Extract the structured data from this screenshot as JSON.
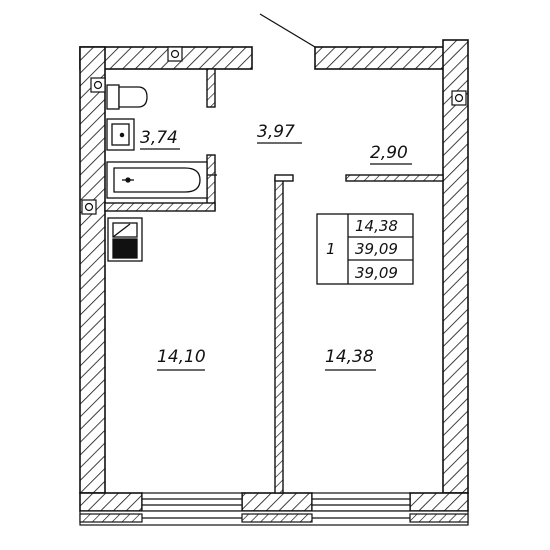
{
  "plan": {
    "rooms": [
      {
        "id": "bathroom",
        "area": "3,74"
      },
      {
        "id": "hall",
        "area": "3,97"
      },
      {
        "id": "wardrobe",
        "area": "2,90"
      },
      {
        "id": "kitchen",
        "area": "14,10"
      },
      {
        "id": "living-room",
        "area": "14,38"
      }
    ],
    "summary": {
      "rooms_count": "1",
      "living_area": "14,38",
      "total_area": "39,09",
      "total_area_with_balcony": "39,09"
    }
  }
}
